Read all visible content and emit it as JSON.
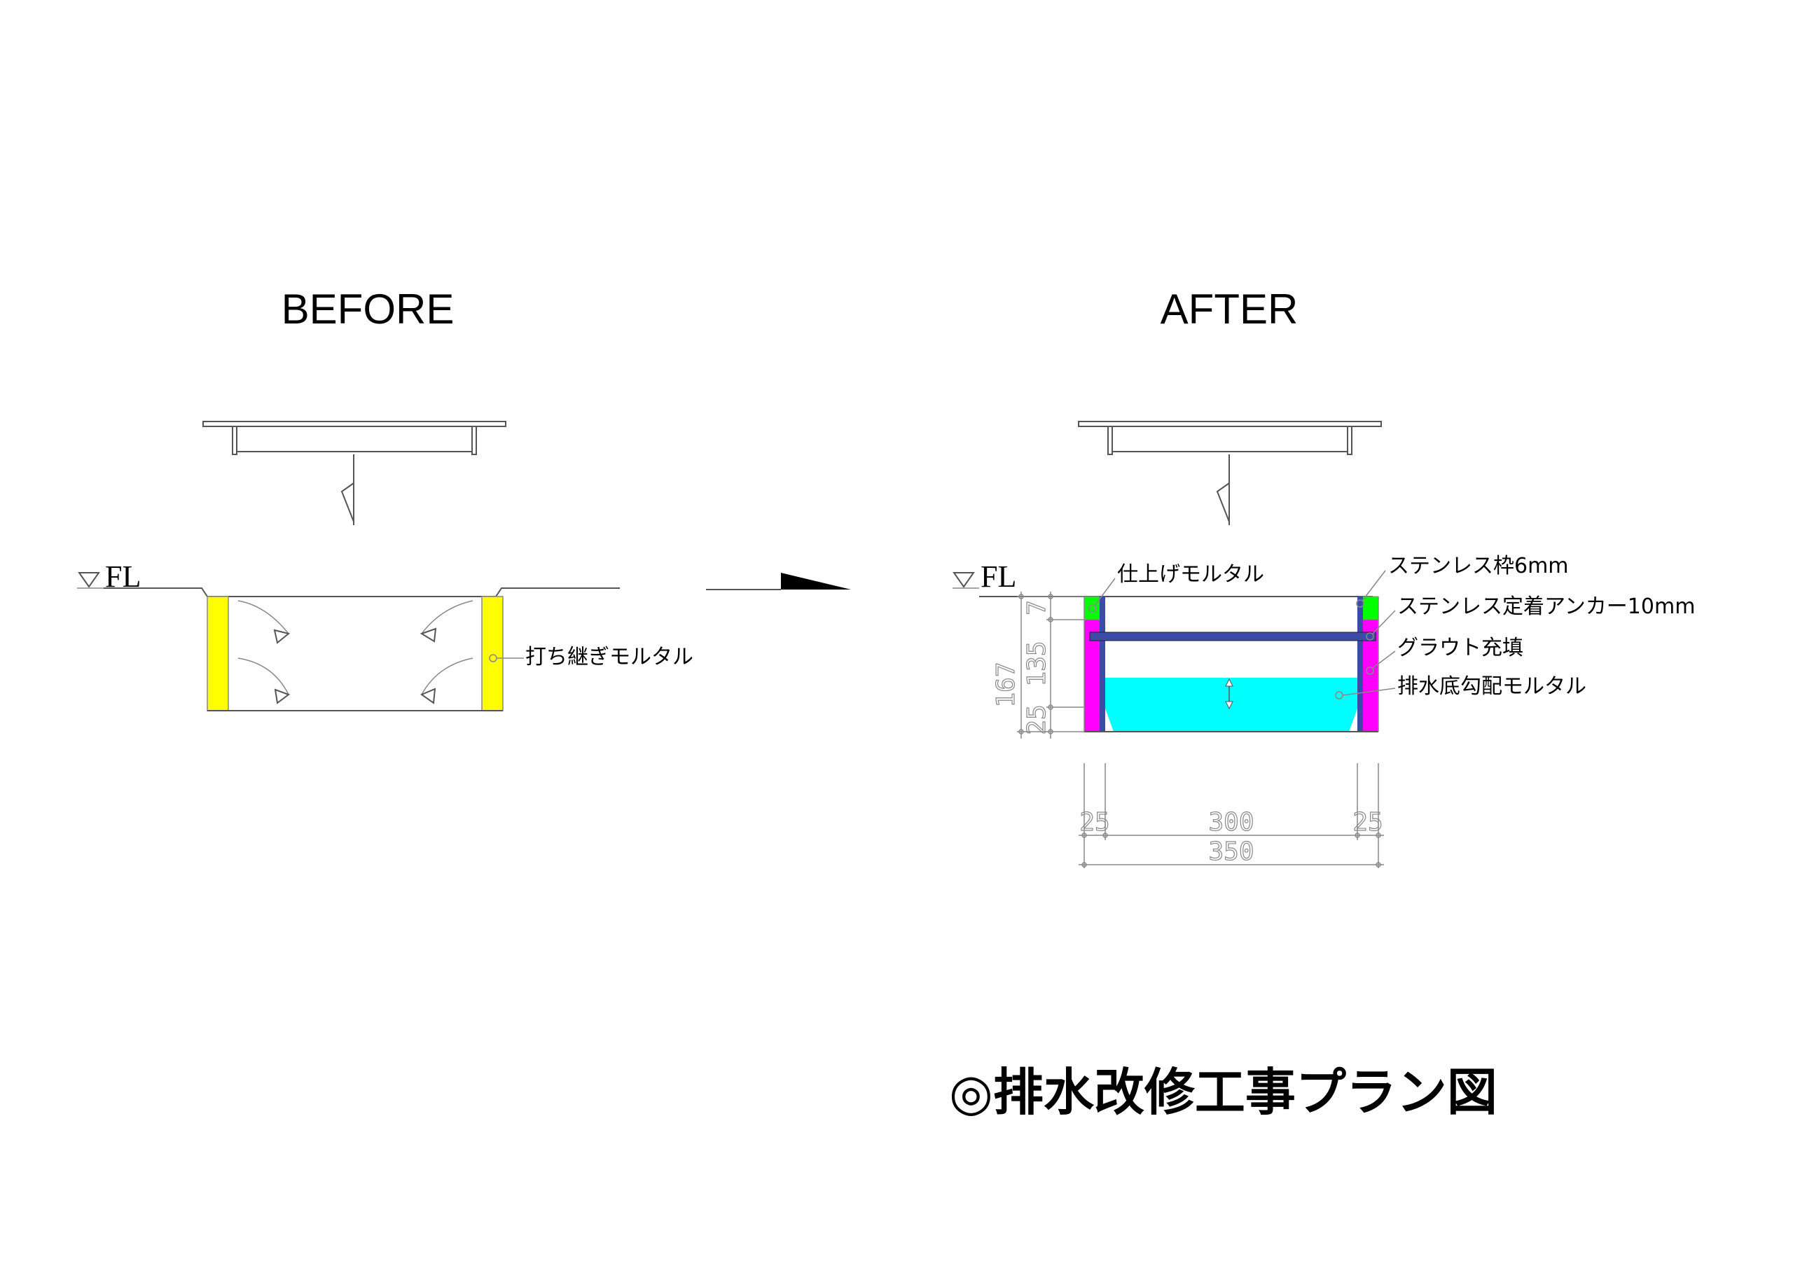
{
  "headings": {
    "before": "BEFORE",
    "after": "AFTER"
  },
  "floor_level": "FL",
  "before_labels": {
    "joint_mortar": "打ち継ぎモルタル"
  },
  "after_labels": {
    "finish_mortar": "仕上げモルタル",
    "stainless_frame": "ステンレス枠6mm",
    "anchor": "ステンレス定着アンカー10mm",
    "grout": "グラウト充填",
    "slope_mortar": "排水底勾配モルタル"
  },
  "dimensions": {
    "total_depth": "167",
    "top": "7",
    "inner_depth": "135",
    "bottom": "25",
    "wall_left": "25",
    "inner_width": "300",
    "wall_right": "25",
    "total_width": "350"
  },
  "title": "◎排水改修工事プラン図",
  "colors": {
    "joint_mortar": "#ffff00",
    "finish_mortar": "#00ff00",
    "grout": "#ff00ff",
    "slope_mortar": "#00ffff",
    "stainless": "#3c4aa8"
  }
}
